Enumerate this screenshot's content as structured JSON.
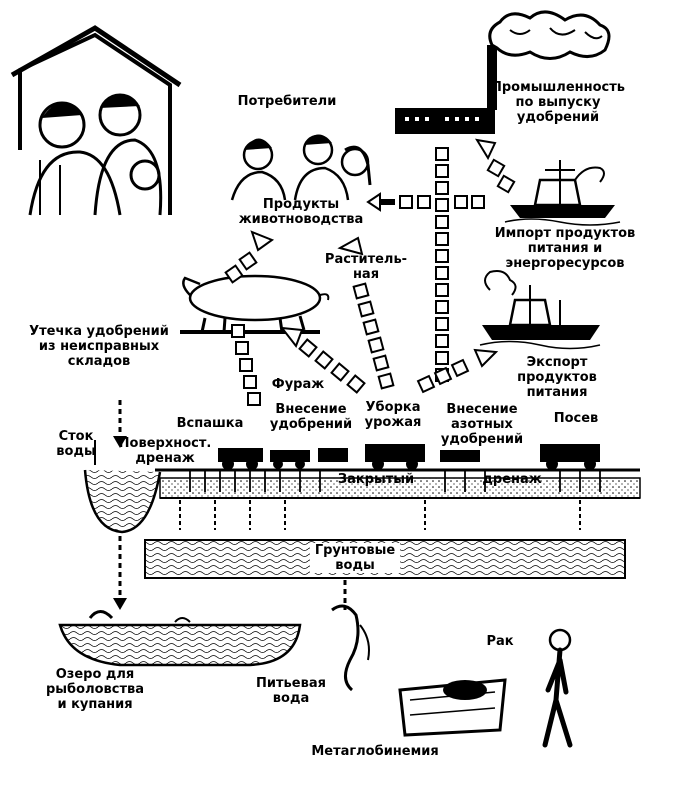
{
  "labels": {
    "consumers": "Потребители",
    "industry": "Промышленность\nпо выпуску\nудобрений",
    "livestock_products": "Продукты\nживотноводства",
    "import": "Импорт продуктов\nпитания и\nэнергоресурсов",
    "plant": "Раститель-\nная",
    "leak": "Утечка удобрений\nиз неисправных\nскладов",
    "feed": "Фураж",
    "export": "Экспорт\nпродуктов\nпитания",
    "plowing": "Вспашка",
    "fertilizer": "Внесение\nудобрений",
    "harvest": "Уборка\nурожая",
    "nitrogen": "Внесение\nазотных\nудобрений",
    "sowing": "Посев",
    "runoff": "Сток\nводы",
    "surface_drain": "Поверхност.\nдренаж",
    "closed": "Закрытый",
    "drainage": "дренаж",
    "groundwater": "Грунтовые\nводы",
    "cancer": "Рак",
    "lake": "Озеро для\nрыболовства\nи купания",
    "drinking": "Питьевая\nвода",
    "methemo": "Метаглобинемия"
  }
}
